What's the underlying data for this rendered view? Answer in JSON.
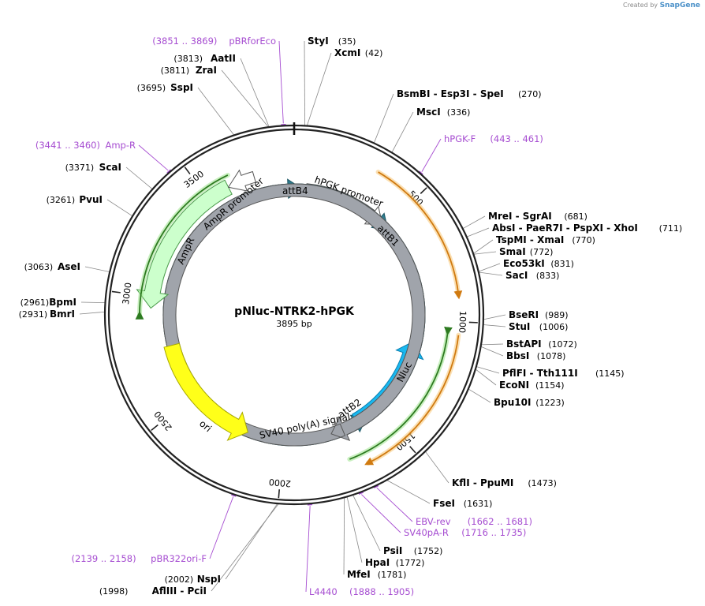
{
  "branding": {
    "created_by": "Created by",
    "brand": "SnapGene"
  },
  "plasmid": {
    "name": "pNluc-NTRK2-hPGK",
    "length_label": "3895 bp",
    "length": 3895
  },
  "ticks": [
    {
      "bp": 500,
      "label": "500"
    },
    {
      "bp": 1000,
      "label": "1000"
    },
    {
      "bp": 1500,
      "label": "1500"
    },
    {
      "bp": 2000,
      "label": "2000"
    },
    {
      "bp": 2500,
      "label": "2500"
    },
    {
      "bp": 3000,
      "label": "3000"
    },
    {
      "bp": 3500,
      "label": "3500"
    }
  ],
  "sites": [
    {
      "bp": 35,
      "name": "StyI",
      "pos": "(35)"
    },
    {
      "bp": 42,
      "name": "XcmI",
      "pos": "(42)"
    },
    {
      "bp": 270,
      "name": "BsmBI - Esp3I - SpeI",
      "pos": "(270)"
    },
    {
      "bp": 336,
      "name": "MscI",
      "pos": "(336)"
    },
    {
      "bp": 681,
      "name": "MreI - SgrAI",
      "pos": "(681)"
    },
    {
      "bp": 711,
      "name": "AbsI - PaeR7I - PspXI - XhoI",
      "pos": "(711)"
    },
    {
      "bp": 770,
      "name": "TspMI - XmaI",
      "pos": "(770)"
    },
    {
      "bp": 772,
      "name": "SmaI",
      "pos": "(772)"
    },
    {
      "bp": 831,
      "name": "Eco53kI",
      "pos": "(831)"
    },
    {
      "bp": 833,
      "name": "SacI",
      "pos": "(833)"
    },
    {
      "bp": 989,
      "name": "BseRI",
      "pos": "(989)"
    },
    {
      "bp": 1006,
      "name": "StuI",
      "pos": "(1006)"
    },
    {
      "bp": 1072,
      "name": "BstAPI",
      "pos": "(1072)"
    },
    {
      "bp": 1078,
      "name": "BbsI",
      "pos": "(1078)"
    },
    {
      "bp": 1145,
      "name": "PflFI - Tth111I",
      "pos": "(1145)"
    },
    {
      "bp": 1154,
      "name": "EcoNI",
      "pos": "(1154)"
    },
    {
      "bp": 1223,
      "name": "Bpu10I",
      "pos": "(1223)"
    },
    {
      "bp": 1473,
      "name": "KflI - PpuMI",
      "pos": "(1473)"
    },
    {
      "bp": 1631,
      "name": "FseI",
      "pos": "(1631)"
    },
    {
      "bp": 1752,
      "name": "PsiI",
      "pos": "(1752)"
    },
    {
      "bp": 1772,
      "name": "HpaI",
      "pos": "(1772)"
    },
    {
      "bp": 1781,
      "name": "MfeI",
      "pos": "(1781)"
    },
    {
      "bp": 2002,
      "name": "NspI",
      "pos": "(2002)"
    },
    {
      "bp": 1998,
      "name": "AflIII - PciI",
      "pos": "(1998)"
    },
    {
      "bp": 2931,
      "name": "BmrI",
      "pos": "(2931)"
    },
    {
      "bp": 2961,
      "name": "BpmI",
      "pos": "(2961)"
    },
    {
      "bp": 3063,
      "name": "AseI",
      "pos": "(3063)"
    },
    {
      "bp": 3261,
      "name": "PvuI",
      "pos": "(3261)"
    },
    {
      "bp": 3371,
      "name": "ScaI",
      "pos": "(3371)"
    },
    {
      "bp": 3695,
      "name": "SspI",
      "pos": "(3695)"
    },
    {
      "bp": 3811,
      "name": "ZraI",
      "pos": "(3811)"
    },
    {
      "bp": 3813,
      "name": "AatII",
      "pos": "(3813)"
    }
  ],
  "primers": [
    {
      "bp": 3860,
      "name": "pBRforEco",
      "range": "(3851 .. 3869)"
    },
    {
      "bp": 452,
      "name": "hPGK-F",
      "range": "(443 .. 461)"
    },
    {
      "bp": 1671,
      "name": "EBV-rev",
      "range": "(1662 .. 1681)"
    },
    {
      "bp": 1725,
      "name": "SV40pA-R",
      "range": "(1716 .. 1735)"
    },
    {
      "bp": 1896,
      "name": "L4440",
      "range": "(1888 .. 1905)"
    },
    {
      "bp": 2148,
      "name": "pBR322ori-F",
      "range": "(2139 .. 2158)"
    },
    {
      "bp": 3450,
      "name": "Amp-R",
      "range": "(3441 .. 3460)"
    }
  ],
  "features": {
    "attB4": "attB4",
    "hpgk_promoter": "hPGK promoter",
    "attB1": "attB1",
    "nluc": "Nluc",
    "attB2": "attB2",
    "sv40": "SV40 poly(A) signal",
    "ori": "ori",
    "ampr": "AmpR",
    "ampr_promoter": "AmpR promoter"
  },
  "colors": {
    "backbone": "#222222",
    "primer": "#a64dd1",
    "nluc": "#19b8f0",
    "ori": "#ffff19",
    "ampr": "#ccffcc",
    "att": "#2e7d8f",
    "orange_orf": "#f5a623",
    "green_orf": "#3a9a2a",
    "polyA": "#a0a4ab"
  }
}
